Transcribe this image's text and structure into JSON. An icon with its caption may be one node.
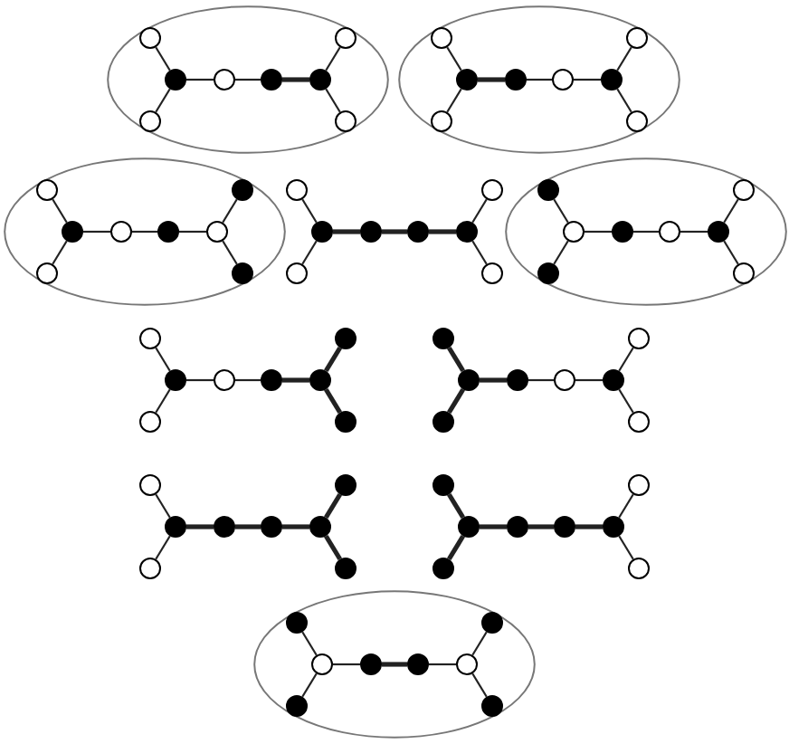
{
  "diagram": {
    "nodes": [
      {
        "text": [],
        "shape": "ellipse"
      },
      {
        "text": [],
        "shape": "circle",
        "in": 0
      },
      {
        "text": [],
        "shape": "circle",
        "in": 0
      },
      {
        "text": [],
        "shape": "dot",
        "in": 0
      },
      {
        "text": [],
        "shape": "circle",
        "in": 0
      },
      {
        "text": [],
        "shape": "dot",
        "in": 0
      },
      {
        "text": [],
        "shape": "dot",
        "in": 0
      },
      {
        "text": [],
        "shape": "circle",
        "in": 0
      },
      {
        "text": [],
        "shape": "circle",
        "in": 0
      },
      {
        "text": [],
        "shape": "ellipse"
      },
      {
        "text": [],
        "shape": "circle",
        "in": 9
      },
      {
        "text": [],
        "shape": "circle",
        "in": 9
      },
      {
        "text": [],
        "shape": "dot",
        "in": 9
      },
      {
        "text": [],
        "shape": "dot",
        "in": 9
      },
      {
        "text": [],
        "shape": "circle",
        "in": 9
      },
      {
        "text": [],
        "shape": "dot",
        "in": 9
      },
      {
        "text": [],
        "shape": "circle",
        "in": 9
      },
      {
        "text": [],
        "shape": "circle",
        "in": 9
      },
      {
        "text": [],
        "shape": "ellipse"
      },
      {
        "text": [],
        "shape": "circle",
        "in": 18
      },
      {
        "text": [],
        "shape": "dot",
        "in": 18
      },
      {
        "text": [],
        "shape": "dot",
        "in": 18
      },
      {
        "text": [],
        "shape": "circle",
        "in": 18
      },
      {
        "text": [],
        "shape": "dot",
        "in": 18
      },
      {
        "text": [],
        "shape": "circle",
        "in": 18
      },
      {
        "text": [],
        "shape": "circle",
        "in": 18
      },
      {
        "text": [],
        "shape": "dot",
        "in": 18
      },
      {
        "text": [],
        "shape": "circle"
      },
      {
        "text": [],
        "shape": "circle"
      },
      {
        "text": [],
        "shape": "dot"
      },
      {
        "text": [],
        "shape": "dot"
      },
      {
        "text": [],
        "shape": "dot"
      },
      {
        "text": [],
        "shape": "dot"
      },
      {
        "text": [],
        "shape": "circle"
      },
      {
        "text": [],
        "shape": "circle"
      },
      {
        "text": [],
        "shape": "ellipse"
      },
      {
        "text": [],
        "shape": "dot",
        "in": 35
      },
      {
        "text": [],
        "shape": "circle",
        "in": 35
      },
      {
        "text": [],
        "shape": "circle",
        "in": 35
      },
      {
        "text": [],
        "shape": "dot",
        "in": 35
      },
      {
        "text": [],
        "shape": "circle",
        "in": 35
      },
      {
        "text": [],
        "shape": "dot",
        "in": 35
      },
      {
        "text": [],
        "shape": "dot",
        "in": 35
      },
      {
        "text": [],
        "shape": "circle",
        "in": 35
      },
      {
        "text": [],
        "shape": "circle"
      },
      {
        "text": [],
        "shape": "dot"
      },
      {
        "text": [],
        "shape": "dot"
      },
      {
        "text": [],
        "shape": "circle"
      },
      {
        "text": [],
        "shape": "dot"
      },
      {
        "text": [],
        "shape": "dot"
      },
      {
        "text": [],
        "shape": "circle"
      },
      {
        "text": [],
        "shape": "dot"
      },
      {
        "text": [],
        "shape": "dot"
      },
      {
        "text": [],
        "shape": "circle"
      },
      {
        "text": [],
        "shape": "dot"
      },
      {
        "text": [],
        "shape": "dot"
      },
      {
        "text": [],
        "shape": "circle"
      },
      {
        "text": [],
        "shape": "dot"
      },
      {
        "text": [],
        "shape": "dot"
      },
      {
        "text": [],
        "shape": "circle"
      },
      {
        "text": [],
        "shape": "circle"
      },
      {
        "text": [],
        "shape": "dot"
      },
      {
        "text": [],
        "shape": "dot"
      },
      {
        "text": [],
        "shape": "dot"
      },
      {
        "text": [],
        "shape": "dot"
      },
      {
        "text": [],
        "shape": "dot"
      },
      {
        "text": [],
        "shape": "circle"
      },
      {
        "text": [],
        "shape": "dot"
      },
      {
        "text": [],
        "shape": "dot"
      },
      {
        "text": [],
        "shape": "circle"
      },
      {
        "text": [],
        "shape": "dot"
      },
      {
        "text": [],
        "shape": "dot"
      },
      {
        "text": [],
        "shape": "dot"
      },
      {
        "text": [],
        "shape": "dot"
      },
      {
        "text": [],
        "shape": "dot"
      },
      {
        "text": [],
        "shape": "circle"
      },
      {
        "text": [],
        "shape": "ellipse"
      },
      {
        "text": [],
        "shape": "dot",
        "in": 76
      },
      {
        "text": [],
        "shape": "dot",
        "in": 76
      },
      {
        "text": [],
        "shape": "circle",
        "in": 76
      },
      {
        "text": [],
        "shape": "dot",
        "in": 76
      },
      {
        "text": [],
        "shape": "dot",
        "in": 76
      },
      {
        "text": [],
        "shape": "circle",
        "in": 76
      },
      {
        "text": [],
        "shape": "dot",
        "in": 76
      },
      {
        "text": [],
        "shape": "dot",
        "in": 76
      }
    ],
    "edges": [
      {
        "from": 1,
        "to": 3,
        "arrow": "none"
      },
      {
        "from": 7,
        "to": 3,
        "arrow": "none"
      },
      {
        "from": 3,
        "to": 4,
        "arrow": "none"
      },
      {
        "from": 4,
        "to": 5,
        "arrow": "none"
      },
      {
        "from": 5,
        "to": 6,
        "arrow": "none",
        "style": "thick"
      },
      {
        "from": 6,
        "to": 2,
        "arrow": "none"
      },
      {
        "from": 6,
        "to": 8,
        "arrow": "none"
      },
      {
        "from": 10,
        "to": 12,
        "arrow": "none"
      },
      {
        "from": 16,
        "to": 12,
        "arrow": "none"
      },
      {
        "from": 12,
        "to": 13,
        "arrow": "none",
        "style": "thick"
      },
      {
        "from": 13,
        "to": 14,
        "arrow": "none"
      },
      {
        "from": 14,
        "to": 15,
        "arrow": "none"
      },
      {
        "from": 15,
        "to": 11,
        "arrow": "none"
      },
      {
        "from": 15,
        "to": 17,
        "arrow": "none"
      },
      {
        "from": 19,
        "to": 21,
        "arrow": "none"
      },
      {
        "from": 25,
        "to": 21,
        "arrow": "none"
      },
      {
        "from": 21,
        "to": 22,
        "arrow": "none"
      },
      {
        "from": 22,
        "to": 23,
        "arrow": "none"
      },
      {
        "from": 23,
        "to": 24,
        "arrow": "none"
      },
      {
        "from": 24,
        "to": 20,
        "arrow": "none"
      },
      {
        "from": 24,
        "to": 26,
        "arrow": "none"
      },
      {
        "from": 27,
        "to": 29,
        "arrow": "none"
      },
      {
        "from": 33,
        "to": 29,
        "arrow": "none"
      },
      {
        "from": 29,
        "to": 30,
        "arrow": "none",
        "style": "thick"
      },
      {
        "from": 30,
        "to": 31,
        "arrow": "none",
        "style": "thick"
      },
      {
        "from": 31,
        "to": 32,
        "arrow": "none",
        "style": "thick"
      },
      {
        "from": 32,
        "to": 28,
        "arrow": "none"
      },
      {
        "from": 32,
        "to": 34,
        "arrow": "none"
      },
      {
        "from": 36,
        "to": 38,
        "arrow": "none"
      },
      {
        "from": 42,
        "to": 38,
        "arrow": "none"
      },
      {
        "from": 38,
        "to": 39,
        "arrow": "none"
      },
      {
        "from": 39,
        "to": 40,
        "arrow": "none"
      },
      {
        "from": 40,
        "to": 41,
        "arrow": "none"
      },
      {
        "from": 41,
        "to": 37,
        "arrow": "none"
      },
      {
        "from": 41,
        "to": 43,
        "arrow": "none"
      },
      {
        "from": 44,
        "to": 46,
        "arrow": "none"
      },
      {
        "from": 50,
        "to": 46,
        "arrow": "none"
      },
      {
        "from": 46,
        "to": 47,
        "arrow": "none"
      },
      {
        "from": 47,
        "to": 48,
        "arrow": "none"
      },
      {
        "from": 48,
        "to": 49,
        "arrow": "none",
        "style": "thick"
      },
      {
        "from": 49,
        "to": 45,
        "arrow": "none",
        "style": "thick"
      },
      {
        "from": 49,
        "to": 51,
        "arrow": "none",
        "style": "thick"
      },
      {
        "from": 52,
        "to": 54,
        "arrow": "none",
        "style": "thick"
      },
      {
        "from": 58,
        "to": 54,
        "arrow": "none",
        "style": "thick"
      },
      {
        "from": 54,
        "to": 55,
        "arrow": "none",
        "style": "thick"
      },
      {
        "from": 55,
        "to": 56,
        "arrow": "none"
      },
      {
        "from": 56,
        "to": 57,
        "arrow": "none"
      },
      {
        "from": 57,
        "to": 53,
        "arrow": "none"
      },
      {
        "from": 57,
        "to": 59,
        "arrow": "none"
      },
      {
        "from": 60,
        "to": 62,
        "arrow": "none"
      },
      {
        "from": 66,
        "to": 62,
        "arrow": "none"
      },
      {
        "from": 62,
        "to": 63,
        "arrow": "none",
        "style": "thick"
      },
      {
        "from": 63,
        "to": 64,
        "arrow": "none",
        "style": "thick"
      },
      {
        "from": 64,
        "to": 65,
        "arrow": "none",
        "style": "thick"
      },
      {
        "from": 65,
        "to": 61,
        "arrow": "none",
        "style": "thick"
      },
      {
        "from": 65,
        "to": 67,
        "arrow": "none",
        "style": "thick"
      },
      {
        "from": 68,
        "to": 70,
        "arrow": "none",
        "style": "thick"
      },
      {
        "from": 74,
        "to": 70,
        "arrow": "none",
        "style": "thick"
      },
      {
        "from": 70,
        "to": 71,
        "arrow": "none",
        "style": "thick"
      },
      {
        "from": 71,
        "to": 72,
        "arrow": "none",
        "style": "thick"
      },
      {
        "from": 72,
        "to": 73,
        "arrow": "none",
        "style": "thick"
      },
      {
        "from": 73,
        "to": 69,
        "arrow": "none"
      },
      {
        "from": 73,
        "to": 75,
        "arrow": "none"
      },
      {
        "from": 77,
        "to": 79,
        "arrow": "none"
      },
      {
        "from": 83,
        "to": 79,
        "arrow": "none"
      },
      {
        "from": 79,
        "to": 80,
        "arrow": "none"
      },
      {
        "from": 80,
        "to": 81,
        "arrow": "none",
        "style": "thick"
      },
      {
        "from": 81,
        "to": 82,
        "arrow": "none"
      },
      {
        "from": 82,
        "to": 78,
        "arrow": "none"
      },
      {
        "from": 82,
        "to": 84,
        "arrow": "none"
      }
    ]
  }
}
